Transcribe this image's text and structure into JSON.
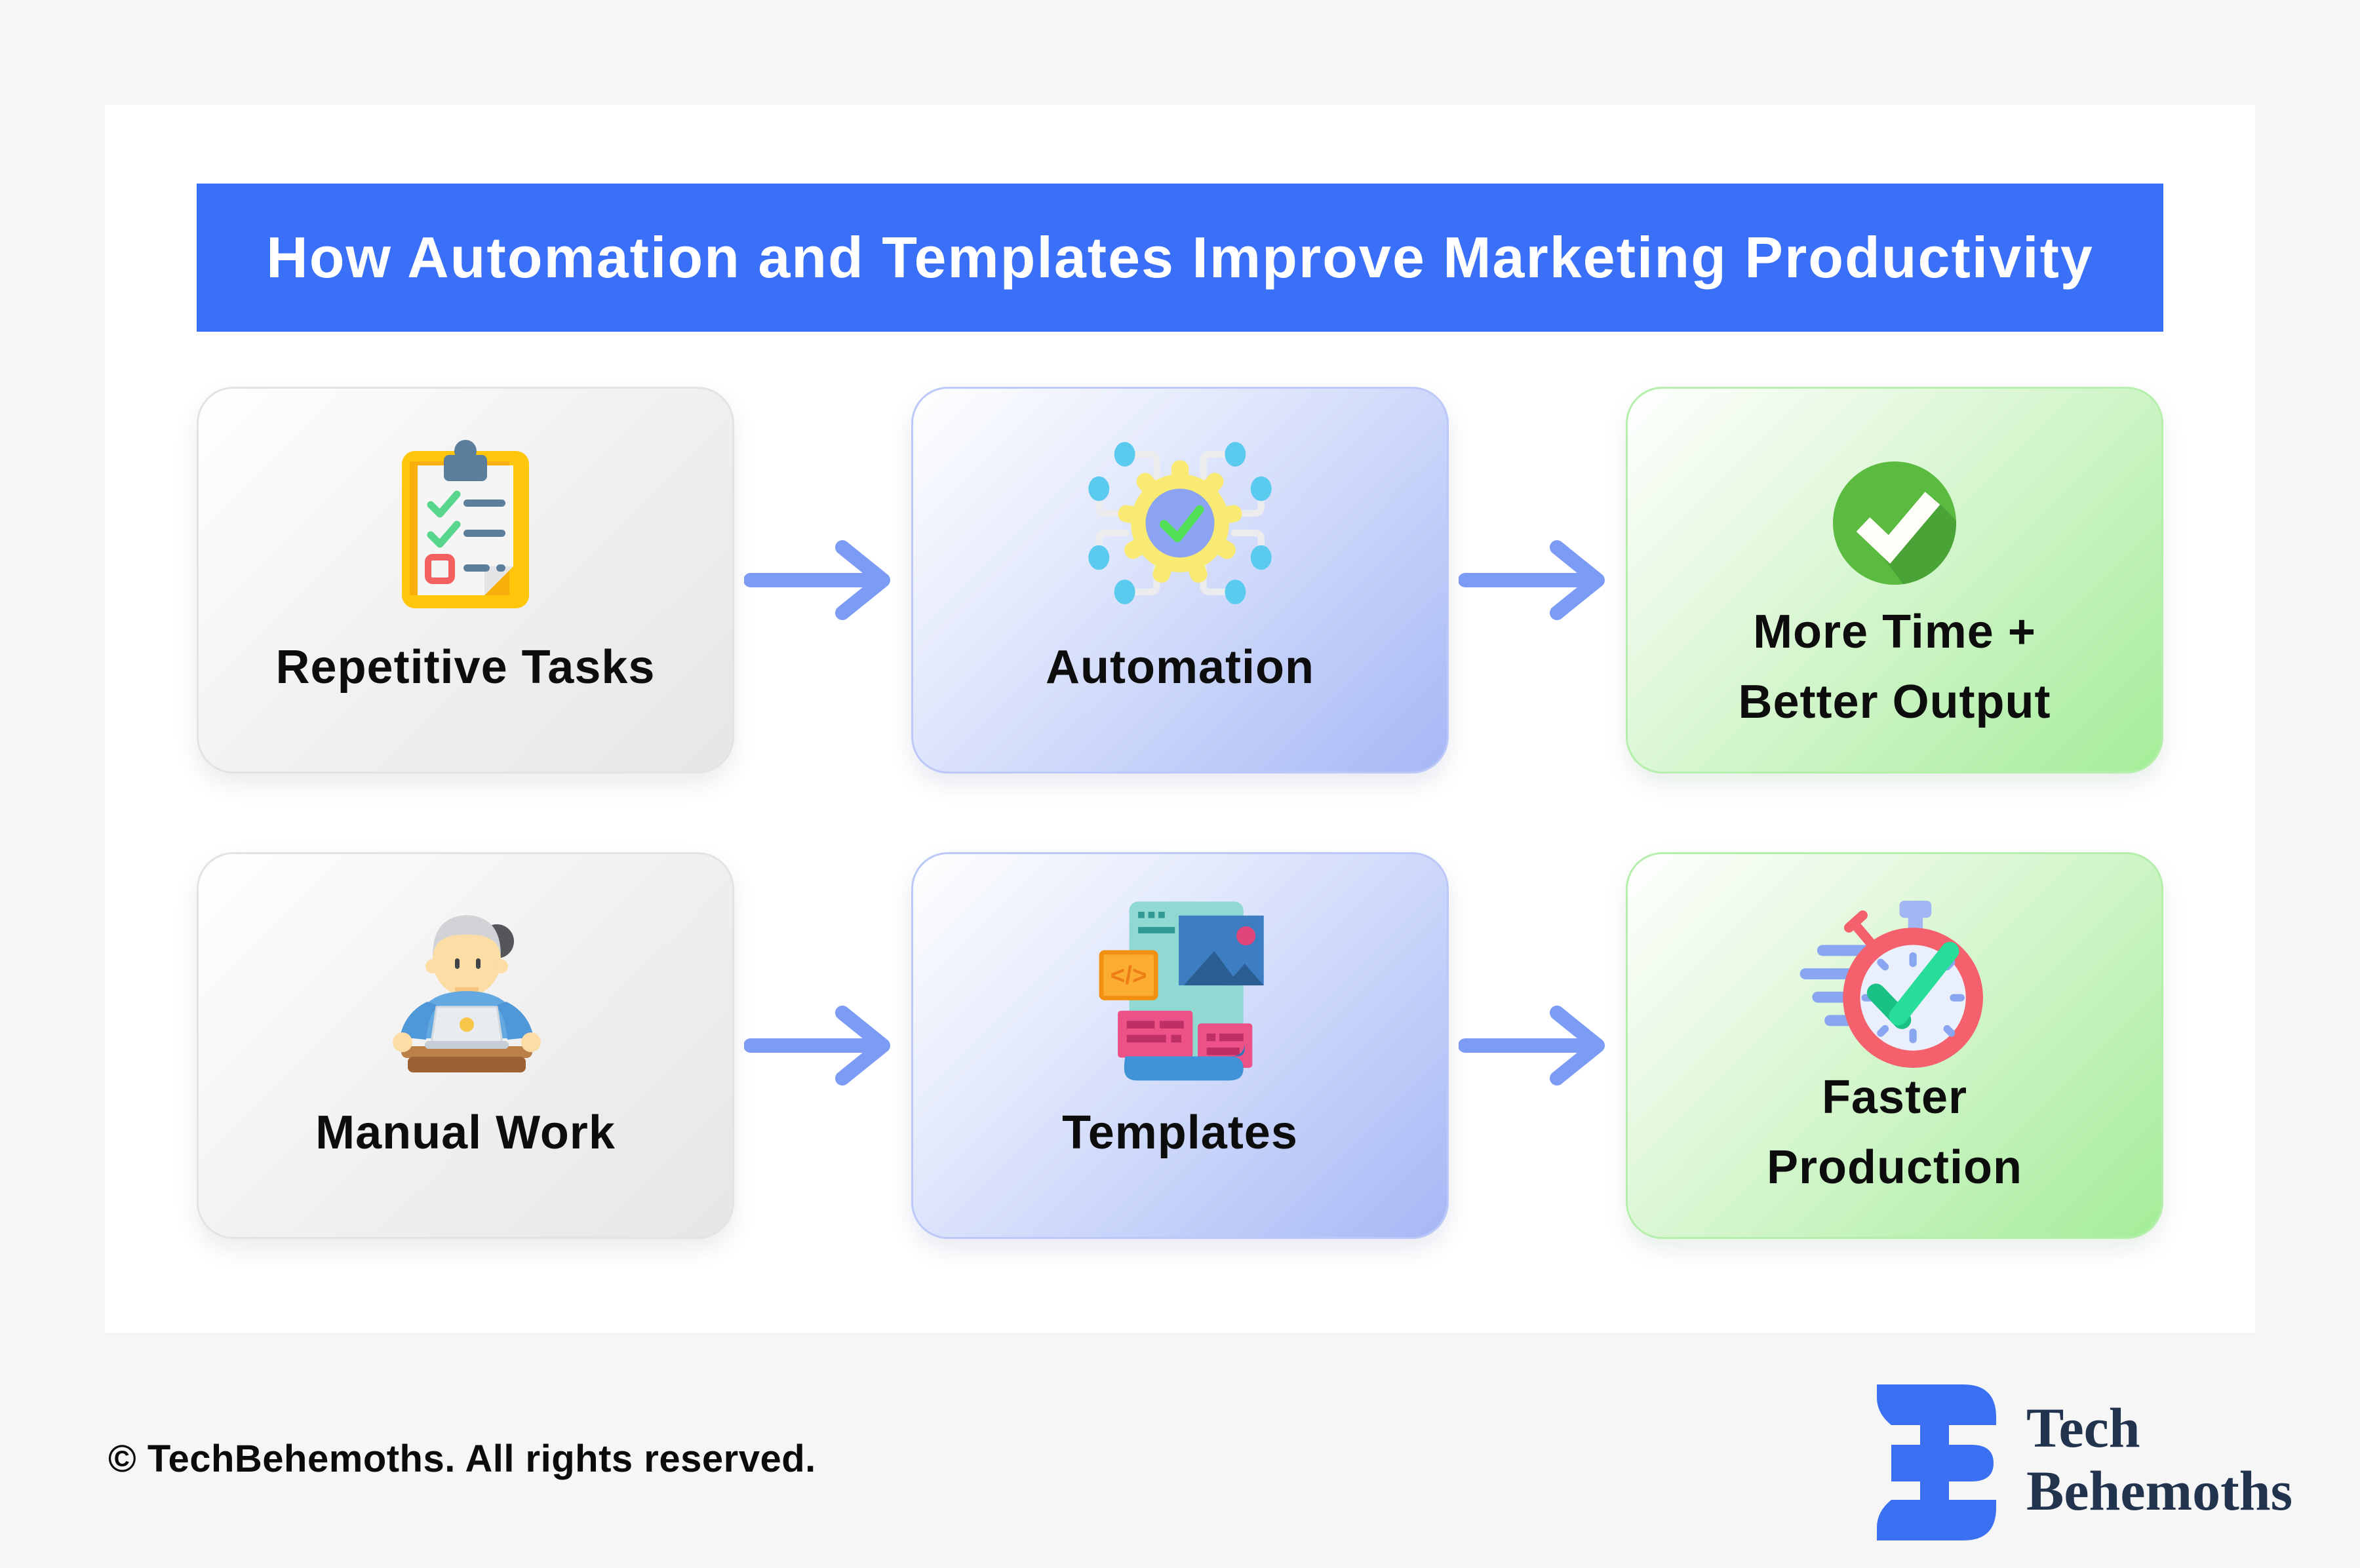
{
  "page": {
    "background": "#F6F6F7",
    "panel_background": "#FFFFFF"
  },
  "header": {
    "title": "How Automation and Templates Improve Marketing Productivity",
    "background": "#3A70F7",
    "text_color": "#FFFFFF"
  },
  "cards": [
    {
      "id": "repetitive-tasks",
      "style": "gray",
      "icon": "clipboard-checklist-icon",
      "lines": [
        "Repetitive Tasks"
      ]
    },
    {
      "id": "automation",
      "style": "blue",
      "icon": "gear-automation-icon",
      "lines": [
        "Automation"
      ]
    },
    {
      "id": "more-time-better-output",
      "style": "green",
      "icon": "check-circle-icon",
      "lines": [
        "More Time +",
        "Better Output"
      ]
    },
    {
      "id": "manual-work",
      "style": "gray",
      "icon": "person-laptop-icon",
      "lines": [
        "Manual Work"
      ]
    },
    {
      "id": "templates",
      "style": "blue",
      "icon": "webpage-template-icon",
      "lines": [
        "Templates"
      ]
    },
    {
      "id": "faster-production",
      "style": "green",
      "icon": "stopwatch-icon",
      "lines": [
        "Faster",
        "Production"
      ]
    }
  ],
  "templates_icon_glyph": "</>",
  "arrows": {
    "color": "#7B9BF4",
    "count": 4
  },
  "footer": {
    "copyright": "© TechBehemoths. All rights reserved."
  },
  "logo": {
    "line1": "Tech",
    "line2": "Behemoths",
    "mark_color": "#3B70F2",
    "text_color": "#22334E"
  },
  "colors": {
    "card_gray_end": "#E6E6E8",
    "card_blue_end": "#A6B8F6",
    "card_green_end": "#A4ED99",
    "clipboard_yellow": "#FFC60B",
    "gear_yellow": "#F8EA72",
    "check_green": "#5BBA40",
    "stopwatch_red": "#F4616C"
  }
}
